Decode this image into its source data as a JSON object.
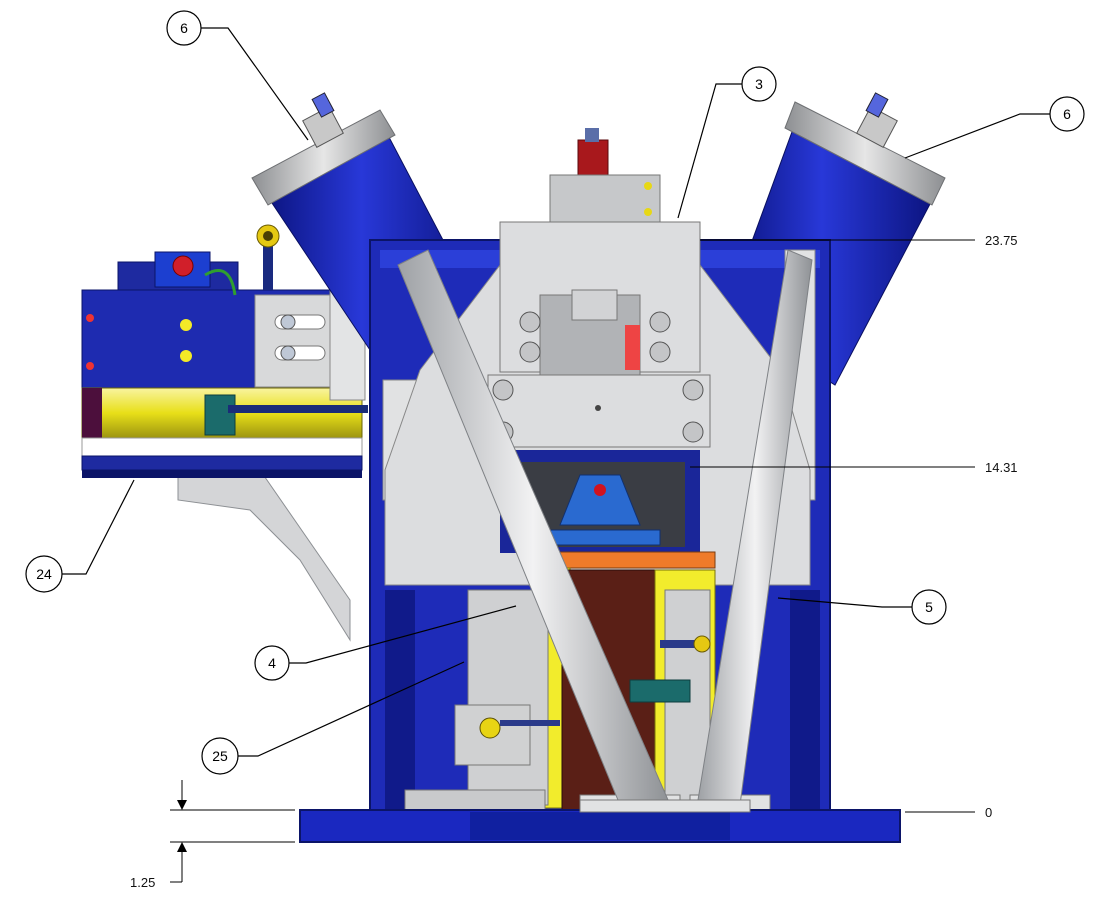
{
  "callouts": {
    "c6_left": "6",
    "c3": "3",
    "c6_right": "6",
    "c24": "24",
    "c5": "5",
    "c4": "4",
    "c25": "25"
  },
  "dimensions": {
    "d2375": "23.75",
    "d1431": "14.31",
    "d0": "0",
    "d125": "1.25"
  },
  "colors": {
    "frame_blue": "#1626a6",
    "frame_blue_dark": "#0b1468",
    "steel": "#c9cbcd",
    "steel_light": "#e4e5e6",
    "steel_dark": "#8d9094",
    "cyl_blue": "#1f2ec0",
    "yellow": "#f2ec2c",
    "brown": "#5a1f16",
    "orange": "#ef7b2a",
    "red": "#c8112b"
  }
}
